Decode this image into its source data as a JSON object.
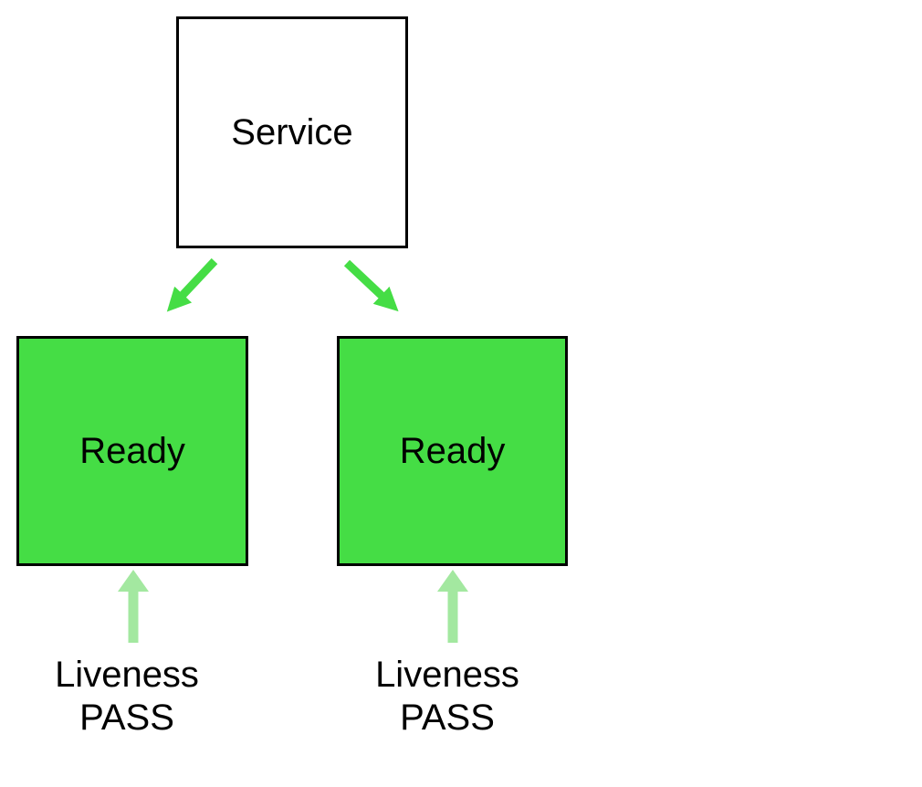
{
  "diagram": {
    "service_node": {
      "label": "Service"
    },
    "pods": [
      {
        "label": "Ready",
        "probe": {
          "line1": "Liveness",
          "line2": "PASS"
        }
      },
      {
        "label": "Ready",
        "probe": {
          "line1": "Liveness",
          "line2": "PASS"
        }
      }
    ],
    "colors": {
      "background": "#ffffff",
      "node_border": "#000000",
      "text": "#000000",
      "service_fill": "#ffffff",
      "ready_fill": "#45DD45",
      "routing_arrow": "#45DD45",
      "probe_arrow": "#A3E8A0"
    }
  }
}
